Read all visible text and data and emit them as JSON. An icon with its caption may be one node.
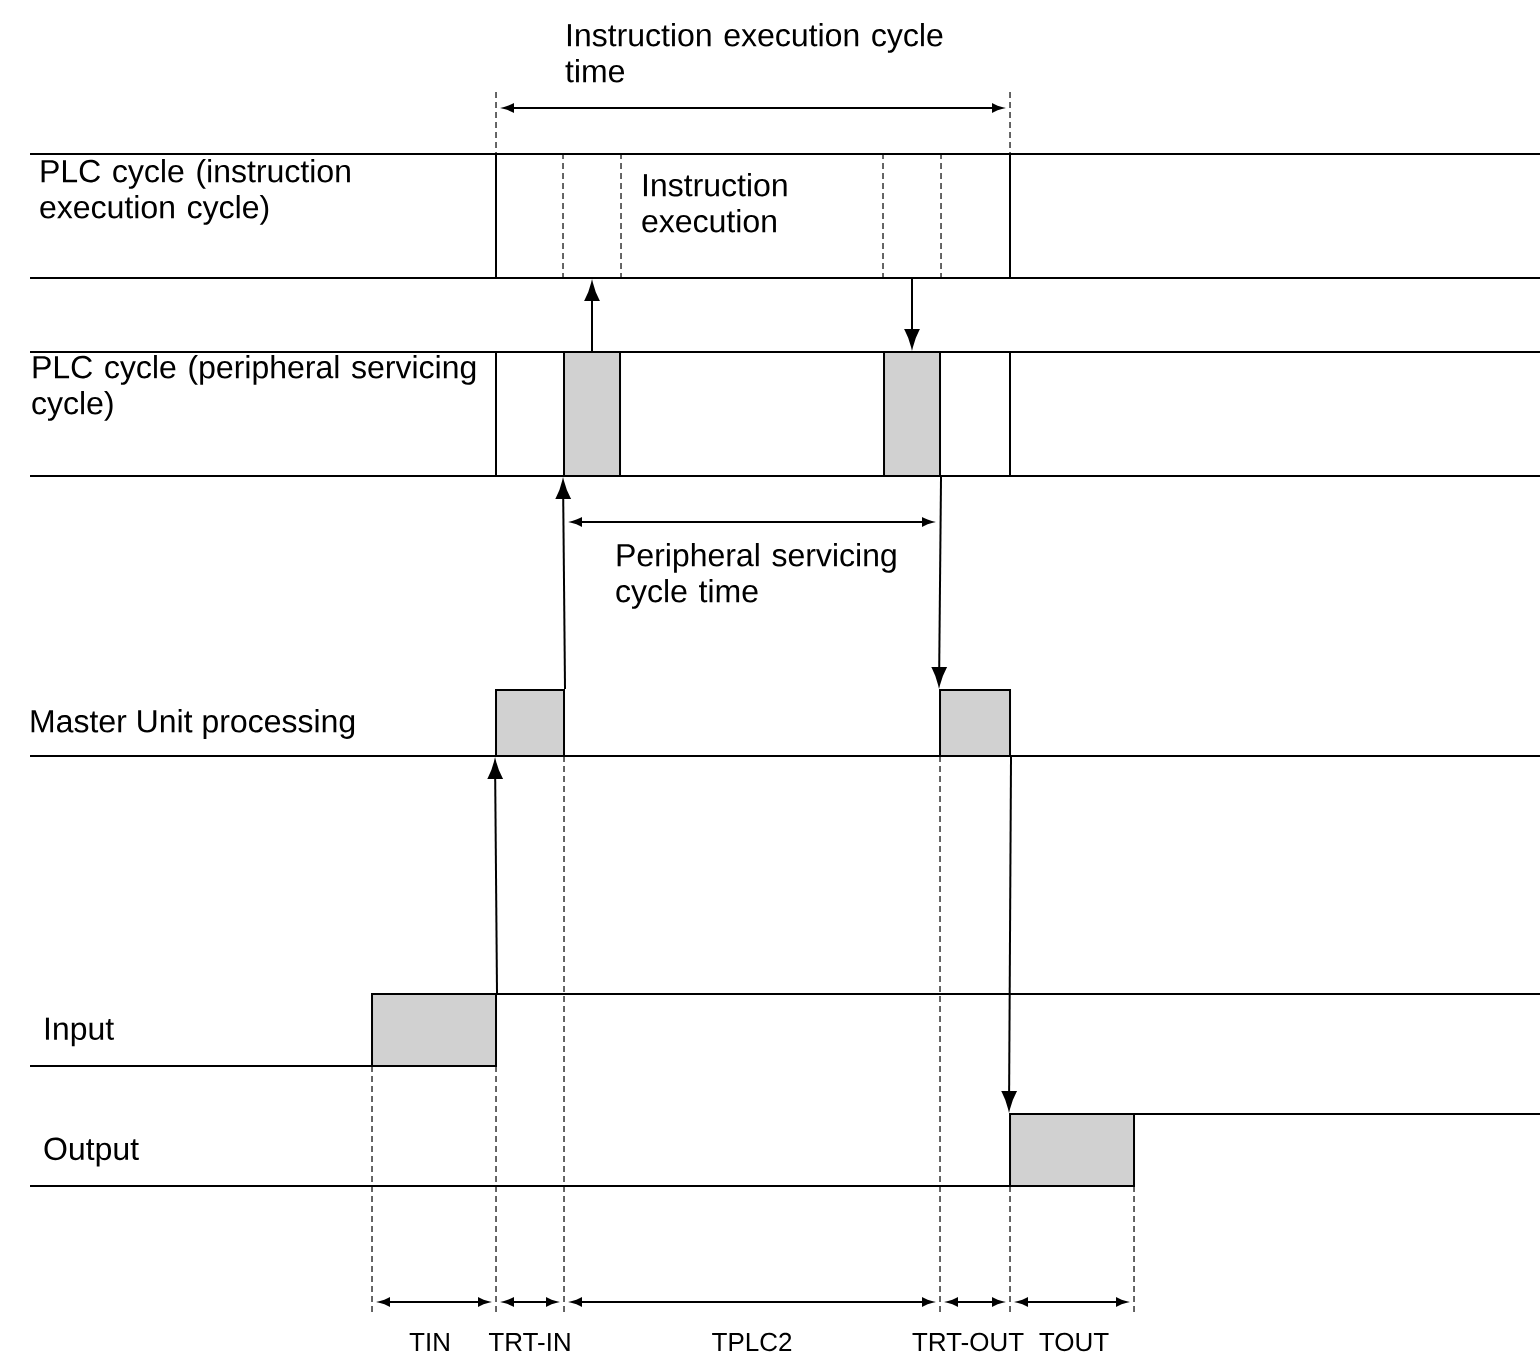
{
  "diagram": {
    "nodes": [
      {
        "text": [],
        "shape": "box"
      },
      {
        "text": [],
        "shape": "box"
      },
      {
        "text": [],
        "shape": "bar"
      },
      {
        "text": [],
        "shape": "bar"
      },
      {
        "text": [],
        "shape": "bar"
      },
      {
        "text": [],
        "shape": "bar"
      },
      {
        "text": [],
        "shape": "bar"
      },
      {
        "text": [],
        "shape": "bar"
      }
    ],
    "edges": [
      {
        "from": 6,
        "to": 4,
        "arrow": "to"
      },
      {
        "from": 4,
        "to": 2,
        "arrow": "to"
      },
      {
        "from": 2,
        "to": 0,
        "arrow": "to"
      },
      {
        "from": 1,
        "to": 3,
        "arrow": "to"
      },
      {
        "from": 3,
        "to": 5,
        "arrow": "to"
      },
      {
        "from": 5,
        "to": 7,
        "arrow": "to"
      }
    ],
    "labels": [
      "Instruction execution cycle time",
      "PLC cycle (instruction execution cycle)",
      "Instruction execution",
      "PLC cycle (peripheral servicing cycle)",
      "Peripheral servicing cycle time",
      "Master Unit processing",
      "Input",
      "Output",
      "TIN",
      "TRT-IN",
      "TPLC2",
      "TRT-OUT",
      "TOUT"
    ]
  }
}
